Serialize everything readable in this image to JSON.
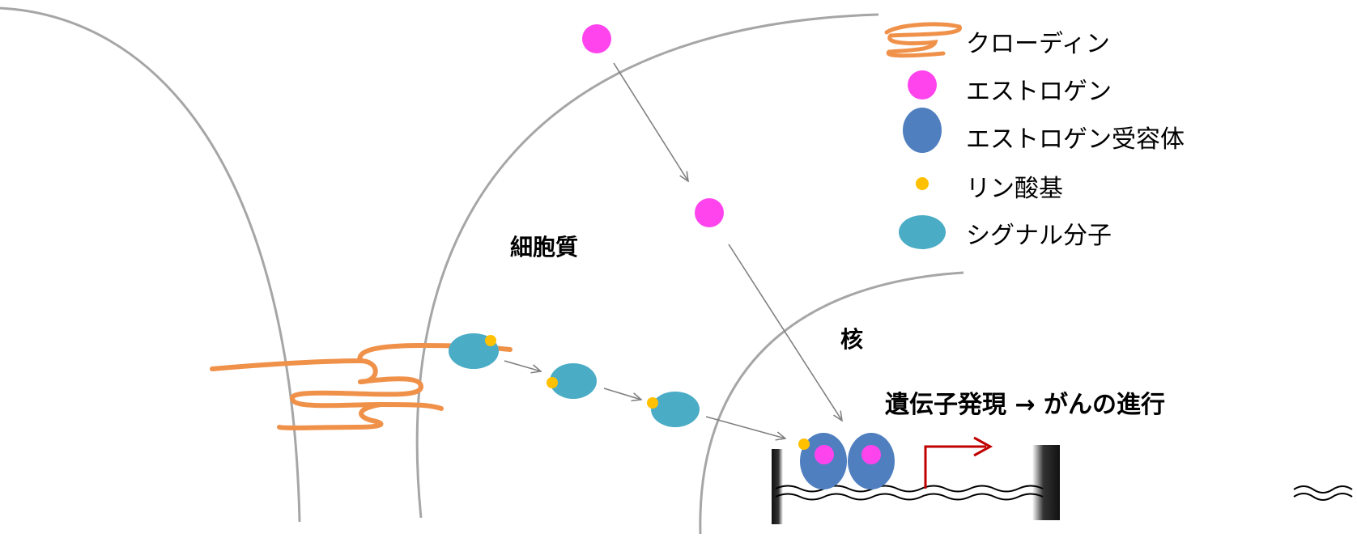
{
  "labels": {
    "cytoplasm": "細胞質",
    "nucleus": "核",
    "expression": "遺伝子発現 → がんの進行"
  },
  "legend": [
    {
      "text": "クローディン",
      "icon": "claudin-coil-icon",
      "color": "#f0914a"
    },
    {
      "text": "エストロゲン",
      "icon": "estrogen-circle-icon",
      "color": "#ff44ee"
    },
    {
      "text": "エストロゲン受容体",
      "icon": "estrogen-receptor-oval-icon",
      "color": "#4f7fbf"
    },
    {
      "text": "リン酸基",
      "icon": "phosphate-dot-icon",
      "color": "#ffc000"
    },
    {
      "text": "シグナル分子",
      "icon": "signal-molecule-oval-icon",
      "color": "#4bacc6"
    }
  ],
  "colors": {
    "membrane": "#a6a6a6",
    "claudin": "#f0914a",
    "estrogen": "#ff44ee",
    "receptor": "#4f7fbf",
    "phosphate": "#ffc000",
    "signal": "#4bacc6",
    "transcription_arrow": "#c00000",
    "arrow": "#808080"
  }
}
